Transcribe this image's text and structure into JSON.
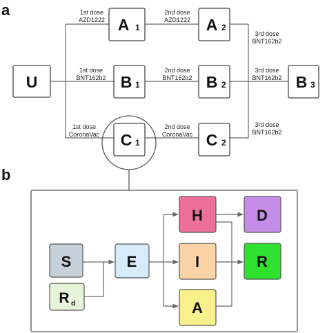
{
  "panel_a": {
    "label": "a",
    "nodes": {
      "U": {
        "main": "U",
        "sub": ""
      },
      "A1": {
        "main": "A",
        "sub": "1"
      },
      "A2": {
        "main": "A",
        "sub": "2"
      },
      "B1": {
        "main": "B",
        "sub": "1"
      },
      "B2": {
        "main": "B",
        "sub": "2"
      },
      "B3": {
        "main": "B",
        "sub": "3"
      },
      "C1": {
        "main": "C",
        "sub": "1"
      },
      "C2": {
        "main": "C",
        "sub": "2"
      }
    },
    "edges": {
      "u_a1": {
        "dose": "1st dose",
        "vaccine": "AZD1222"
      },
      "a1_a2": {
        "dose": "2nd dose",
        "vaccine": "AZD1222"
      },
      "a2_b3": {
        "dose": "3rd dose",
        "vaccine": "BNT162b2"
      },
      "u_b1": {
        "dose": "1st dose",
        "vaccine": "BNT162b2"
      },
      "b1_b2": {
        "dose": "2nd dose",
        "vaccine": "BNT162b2"
      },
      "b2_b3": {
        "dose": "3rd dose",
        "vaccine": "BNT162b2"
      },
      "u_c1": {
        "dose": "1st dose",
        "vaccine": "CoronaVac"
      },
      "c1_c2": {
        "dose": "2nd dose",
        "vaccine": "CoronaVac"
      },
      "c2_b3": {
        "dose": "3rd dose",
        "vaccine": "BNT162b2"
      }
    }
  },
  "panel_b": {
    "label": "b",
    "nodes": {
      "S": {
        "main": "S",
        "sub": "",
        "color": "#c5d0d9"
      },
      "Rd": {
        "main": "R",
        "sub": "d",
        "color": "#e6f5da"
      },
      "E": {
        "main": "E",
        "sub": "",
        "color": "#d6ecfb"
      },
      "H": {
        "main": "H",
        "sub": "",
        "color": "#ef6f9b"
      },
      "I": {
        "main": "I",
        "sub": "",
        "color": "#fbd3a6"
      },
      "A": {
        "main": "A",
        "sub": "",
        "color": "#f8f08a"
      },
      "D": {
        "main": "D",
        "sub": "",
        "color": "#c58ce8"
      },
      "R": {
        "main": "R",
        "sub": "",
        "color": "#2ee12e"
      }
    }
  }
}
